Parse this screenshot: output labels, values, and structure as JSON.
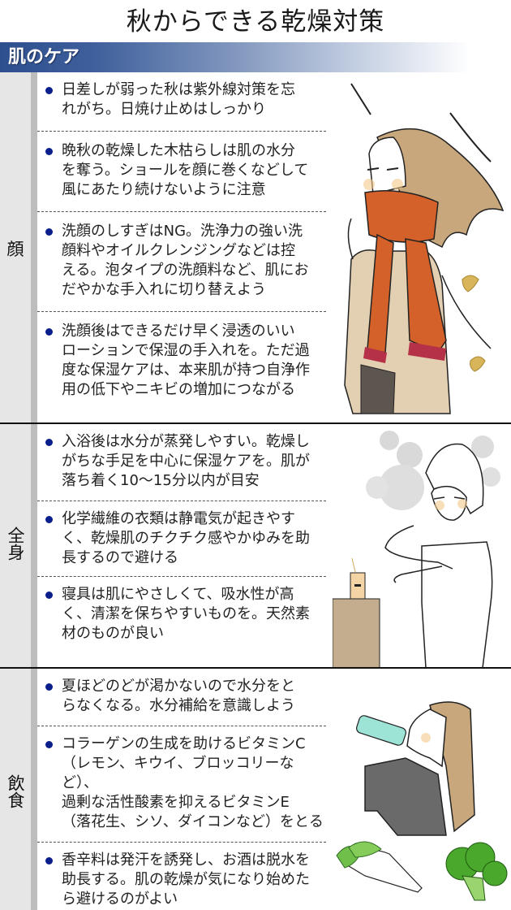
{
  "title": "秋からできる乾燥対策",
  "band": {
    "label": "肌のケア",
    "color_start": "#2d4f8e",
    "color_end": "#ffffff"
  },
  "sections": [
    {
      "category": "顔",
      "items": [
        "日差しが弱った秋は紫外線対策を忘れがち。日焼け止めはしっかり",
        "晩秋の乾燥した木枯らしは肌の水分を奪う。ショールを顔に巻くなどして風にあたり続けないように注意",
        "洗顔のしすぎはNG。洗浄力の強い洗顔料やオイルクレンジングなどは控える。泡タイプの洗顔料など、肌におだやかな手入れに切り替えよう",
        "洗顔後はできるだけ早く浸透のいいローションで保湿の手入れを。ただ過度な保湿ケアは、本来肌が持つ自浄作用の低下やニキビの増加につながる"
      ],
      "lines": [
        [
          "日差しが弱った秋は紫外線対策を忘",
          "れがち。日焼け止めはしっかり"
        ],
        [
          "晩秋の乾燥した木枯らしは肌の水分",
          "を奪う。ショールを顔に巻くなどして",
          "風にあたり続けないように注意"
        ],
        [
          "洗顔のしすぎはNG。洗浄力の強い洗",
          "顔料やオイルクレンジングなどは控",
          "える。泡タイプの洗顔料など、肌にお",
          "だやかな手入れに切り替えよう"
        ],
        [
          "洗顔後はできるだけ早く浸透のいい",
          "ローションで保湿の手入れを。ただ過",
          "度な保湿ケアは、本来肌が持つ自浄作",
          "用の低下やニキビの増加につながる"
        ]
      ],
      "illustration": "woman-with-scarf-in-wind"
    },
    {
      "category": "全身",
      "items": [
        "入浴後は水分が蒸発しやすい。乾燥しがちな手足を中心に保湿ケアを。肌が落ち着く10〜15分以内が目安",
        "化学繊維の衣類は静電気が起きやすく、乾燥肌のチクチク感やかゆみを助長するので避ける",
        "寝具は肌にやさしくて、吸水性が高く、清潔を保ちやすいものを。天然素材のものが良い"
      ],
      "lines": [
        [
          "入浴後は水分が蒸発しやすい。乾燥し",
          "がちな手足を中心に保湿ケアを。肌が",
          "落ち着く10〜15分以内が目安"
        ],
        [
          "化学繊維の衣類は静電気が起きやす",
          "く、乾燥肌のチクチク感やかゆみを助",
          "長するので避ける"
        ],
        [
          "寝具は肌にやさしくて、吸水性が高",
          "く、清潔を保ちやすいものを。天然素",
          "材のものが良い"
        ]
      ],
      "illustration": "woman-in-towel-applying-lotion"
    },
    {
      "category": "飲食",
      "items": [
        "夏ほどのどが渇かないので水分をとらなくなる。水分補給を意識しよう",
        "コラーゲンの生成を助けるビタミンC（レモン、キウイ、ブロッコリーなど）、過剰な活性酸素を抑えるビタミンE（落花生、シソ、ダイコンなど）をとる",
        "香辛料は発汗を誘発し、お酒は脱水を助長する。肌の乾燥が気になり始めたら避けるのがよい"
      ],
      "lines": [
        [
          "夏ほどのどが渇かないので水分をと",
          "らなくなる。水分補給を意識しよう"
        ],
        [
          "コラーゲンの生成を助けるビタミンC",
          "（レモン、キウイ、ブロッコリーなど）、",
          "過剰な活性酸素を抑えるビタミンE",
          "（落花生、シソ、ダイコンなど）をとる"
        ],
        [
          "香辛料は発汗を誘発し、お酒は脱水を",
          "助長する。肌の乾燥が気になり始めた",
          "ら避けるのがよい"
        ]
      ],
      "illustration": "woman-drinking-water-with-daikon-and-broccoli"
    }
  ],
  "colors": {
    "bullet": "#0b1f8c",
    "category_bg": "#e6e6e6",
    "category_stripe": "#bdbdbd",
    "scarf": "#d4612a",
    "hair": "#c8a77c",
    "coat": "#e3cfb1"
  }
}
